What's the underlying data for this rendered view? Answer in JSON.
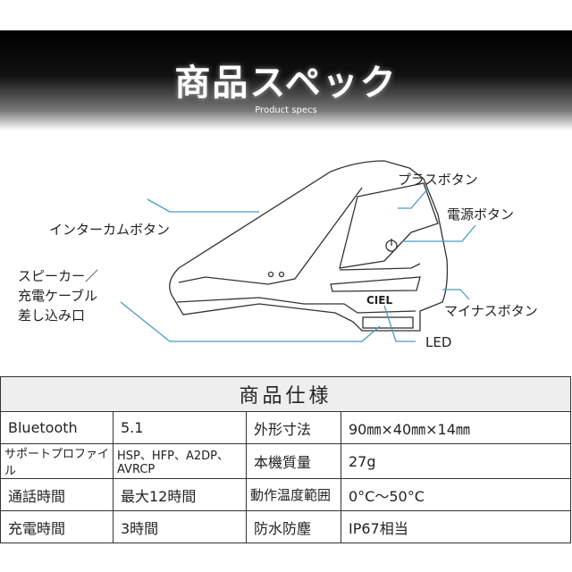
{
  "header": {
    "title": "商品スペック",
    "subtitle": "Product specs"
  },
  "diagram": {
    "labels": {
      "plus": "プラスボタン",
      "power": "電源ボタン",
      "intercom": "インターカムボタン",
      "speaker": [
        "スピーカー／",
        "充電ケーブル",
        "差し込み口"
      ],
      "minus": "マイナスボタン",
      "led": "LED"
    },
    "logo": "CIEL",
    "line_color": "#4a9cc0"
  },
  "spec_table": {
    "title": "商品仕様",
    "rows": [
      [
        "Bluetooth",
        "5.1",
        "外形寸法",
        "90㎜×40㎜×14㎜"
      ],
      [
        "サポートプロファイル",
        "HSP、HFP、A2DP、AVRCP",
        "本機質量",
        "27g"
      ],
      [
        "通話時間",
        "最大12時間",
        "動作温度範囲",
        "0°C〜50°C"
      ],
      [
        "充電時間",
        "3時間",
        "防水防塵",
        "IP67相当"
      ]
    ]
  }
}
